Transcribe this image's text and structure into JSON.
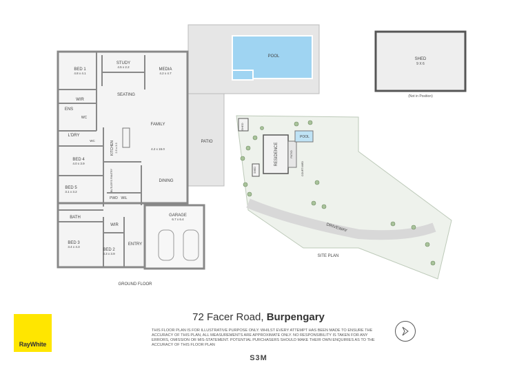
{
  "plan": {
    "rooms": {
      "bed1": {
        "name": "BED 1",
        "dims": "4.8 x 4.1"
      },
      "study": {
        "name": "STUDY",
        "dims": "4.5 x 2.2"
      },
      "media": {
        "name": "MEDIA",
        "dims": "4.2 x 4.7"
      },
      "seating": {
        "name": "SEATING"
      },
      "wir": {
        "name": "WIR"
      },
      "ens": {
        "name": "ENS"
      },
      "wc": {
        "name": "WC"
      },
      "ldry": {
        "name": "L'DRY"
      },
      "wc2": {
        "name": "WC"
      },
      "family": {
        "name": "FAMILY",
        "dims": "4.2 x 15.0"
      },
      "kitchen": {
        "name": "KITCHEN",
        "dims": "2.5 x 3.5"
      },
      "bed4": {
        "name": "BED 4",
        "dims": "4.0 x 3.9"
      },
      "butlers": {
        "name": "BUTLER'S PANTRY"
      },
      "bed5": {
        "name": "BED 5",
        "dims": "3.1 x 3.2"
      },
      "pwd": {
        "name": "PWD"
      },
      "wil": {
        "name": "WIL"
      },
      "dining": {
        "name": "DINING"
      },
      "bath": {
        "name": "BATH"
      },
      "wir2": {
        "name": "WIR"
      },
      "bed3": {
        "name": "BED 3",
        "dims": "3.4 x 4.3"
      },
      "bed2": {
        "name": "BED 2",
        "dims": "3.3 x 3.9"
      },
      "entry": {
        "name": "ENTRY"
      },
      "garage": {
        "name": "GARAGE",
        "dims": "6.7 x 6.4"
      },
      "patio": {
        "name": "PATIO"
      },
      "pool": {
        "name": "POOL"
      },
      "shed": {
        "name": "SHED",
        "dims": "9 X 6"
      },
      "shed_note": "(Not in Position)",
      "ground_floor": "GROUND FLOOR"
    },
    "site": {
      "shed": "SHED",
      "pool": "POOL",
      "residence": "RESIDENCE",
      "patio": "PATIO",
      "courtyard": "COURTYARD",
      "shed2": "SHED",
      "driveway": "DRIVEWAY",
      "label": "SITE PLAN"
    }
  },
  "footer": {
    "address_street": "72 Facer Road,",
    "address_suburb": "Burpengary",
    "disclaimer": "This floor plan is for illustrative purpose only. Whilst every attempt has been made to ensure the accuracy of this plan, all measurements are approximate only. No responsibility is taken for any errors, omission or mis-statement. Potential purchasers should make their own enquiries as to the accuracy of this floor plan",
    "brand": "RayWhite",
    "studio": "S3M",
    "brand_color": "#ffe600",
    "compass_icon": "north-arrow-icon"
  }
}
